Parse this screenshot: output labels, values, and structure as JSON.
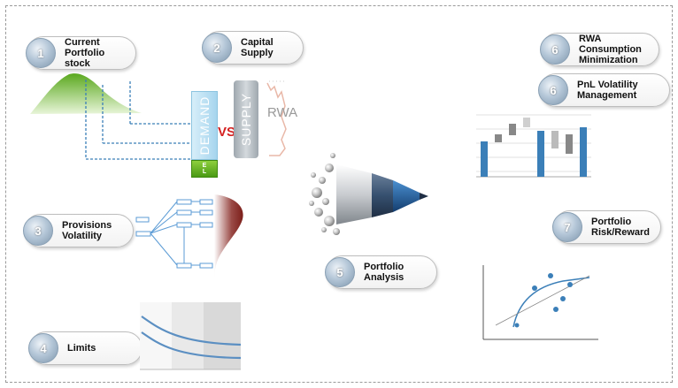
{
  "steps": [
    {
      "number": "1",
      "label": "Current Portfolio stock"
    },
    {
      "number": "2",
      "label": "Capital Supply"
    },
    {
      "number": "3",
      "label": "Provisions Volatility"
    },
    {
      "number": "4",
      "label": "Limits"
    },
    {
      "number": "5",
      "label": "Portfolio Analysis"
    },
    {
      "number": "6",
      "label": "RWA Consumption Minimization"
    },
    {
      "number": "6",
      "label": "PnL Volatility Management"
    },
    {
      "number": "7",
      "label": "Portfolio Risk/Reward"
    }
  ],
  "capital": {
    "demand": "DEMAND",
    "el": [
      "E",
      "L"
    ],
    "vs": "VS",
    "supply": "SUPPLY",
    "rwa": "RWA"
  },
  "colors": {
    "accent_blue": "#3b7fb8",
    "green": "#5aa81e",
    "red": "#d42020"
  }
}
